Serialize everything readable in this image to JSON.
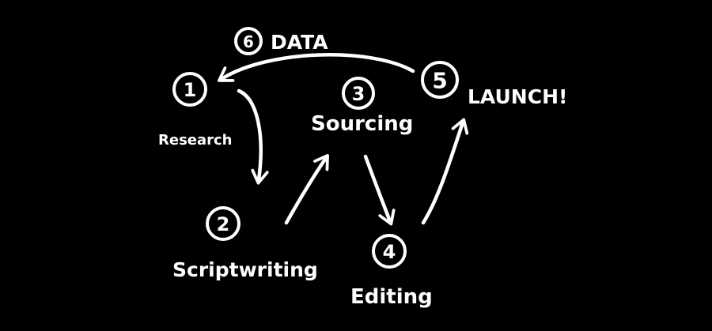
{
  "canvas": {
    "background": "#000000",
    "ink": "#ffffff"
  },
  "steps": [
    {
      "number": "1",
      "label": "Research"
    },
    {
      "number": "2",
      "label": "Scriptwriting"
    },
    {
      "number": "3",
      "label": "Sourcing"
    },
    {
      "number": "4",
      "label": "Editing"
    },
    {
      "number": "5",
      "label": "LAUNCH!"
    }
  ],
  "feedback": {
    "number": "6",
    "label": "DATA"
  }
}
